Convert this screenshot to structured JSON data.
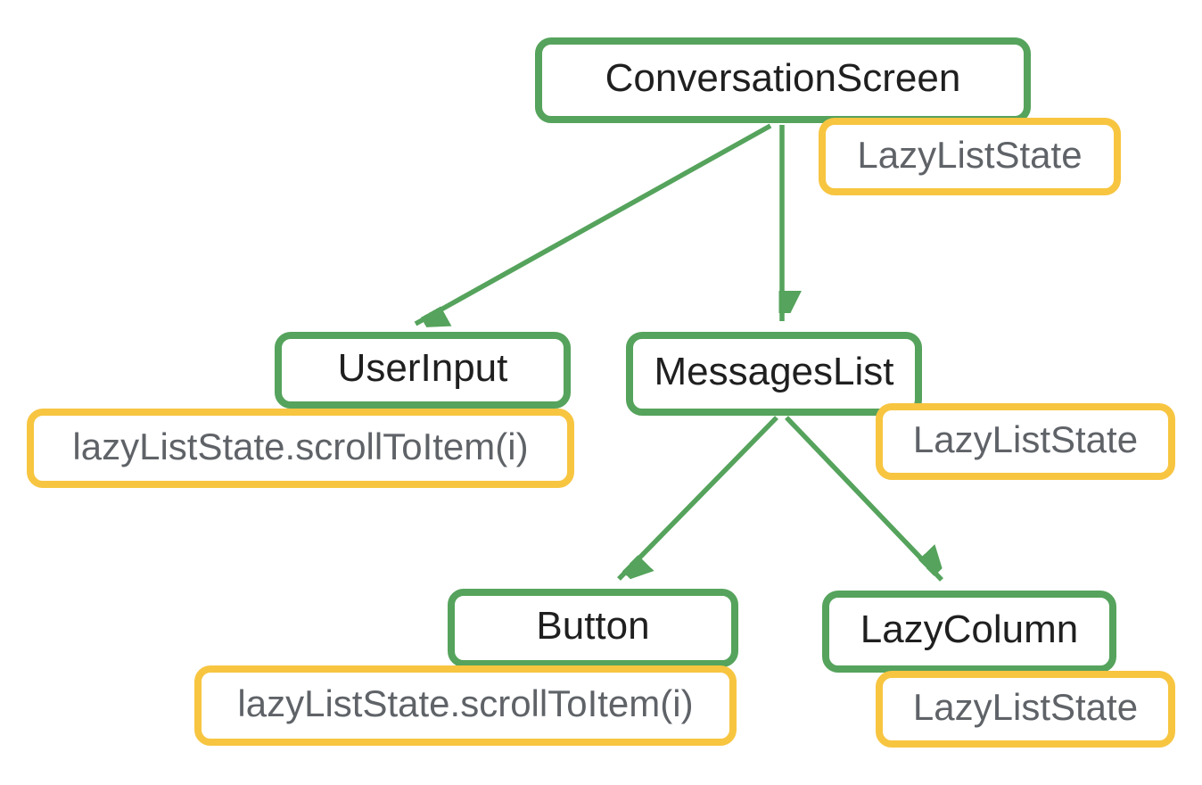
{
  "diagram": {
    "kind": "component-state-tree",
    "background": "#ffffff",
    "colors": {
      "composable_border": "#55a35c",
      "state_border": "#f7c540",
      "composable_text": "#1f1f1f",
      "state_text": "#5f6368",
      "arrow": "#55a35c"
    },
    "nodes": {
      "conversation_screen": {
        "label": "ConversationScreen"
      },
      "user_input": {
        "label": "UserInput"
      },
      "messages_list": {
        "label": "MessagesList"
      },
      "button": {
        "label": "Button"
      },
      "lazy_column": {
        "label": "LazyColumn"
      }
    },
    "states": {
      "conversation_screen_state": {
        "label": "LazyListState",
        "attached_to": "ConversationScreen"
      },
      "user_input_state": {
        "label": "lazyListState.scrollToItem(i)",
        "attached_to": "UserInput"
      },
      "messages_list_state": {
        "label": "LazyListState",
        "attached_to": "MessagesList"
      },
      "button_state": {
        "label": "lazyListState.scrollToItem(i)",
        "attached_to": "Button"
      },
      "lazy_column_state": {
        "label": "LazyListState",
        "attached_to": "LazyColumn"
      }
    },
    "edges": [
      {
        "from": "ConversationScreen",
        "to": "UserInput"
      },
      {
        "from": "ConversationScreen",
        "to": "MessagesList"
      },
      {
        "from": "MessagesList",
        "to": "Button"
      },
      {
        "from": "MessagesList",
        "to": "LazyColumn"
      }
    ]
  }
}
